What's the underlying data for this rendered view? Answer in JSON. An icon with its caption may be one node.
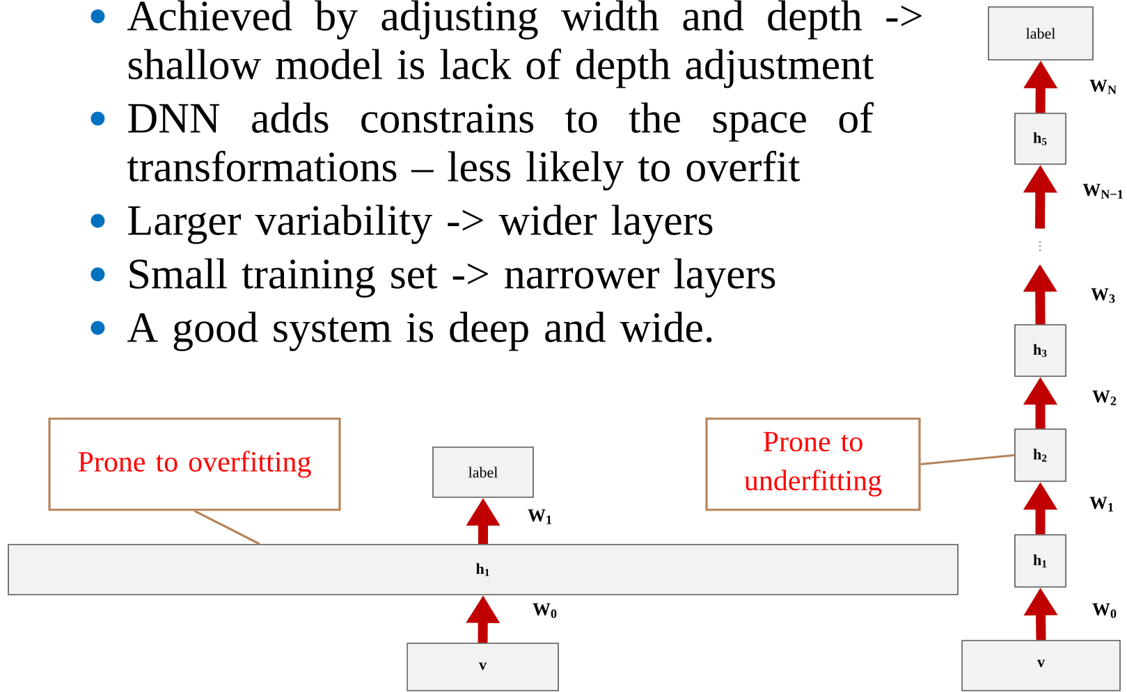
{
  "diagram": {
    "nodes": [
      {
        "text": [
          "Prone to overfitting"
        ]
      },
      {
        "text": [
          "label"
        ]
      },
      {
        "text": [
          "h$_{1}$"
        ]
      },
      {
        "text": [
          "v"
        ]
      },
      {
        "text": [
          "Prone to underfitting"
        ]
      },
      {
        "text": [
          "label"
        ]
      },
      {
        "text": [
          "h$_{5}$"
        ]
      },
      {
        "text": [
          "⋮"
        ]
      },
      {
        "text": [
          "h$_{3}$"
        ]
      },
      {
        "text": [
          "h$_{2}$"
        ]
      },
      {
        "text": [
          "h$_{1}$"
        ]
      },
      {
        "text": [
          "v"
        ]
      }
    ],
    "edges": [
      {
        "from": 3,
        "to": 2,
        "arrow": "to",
        "label": "W$_{0}$"
      },
      {
        "from": 2,
        "to": 1,
        "arrow": "to",
        "label": "W$_{1}$"
      },
      {
        "from": 11,
        "to": 10,
        "arrow": "to",
        "label": "W$_{0}$"
      },
      {
        "from": 10,
        "to": 9,
        "arrow": "to",
        "label": "W$_{1}$"
      },
      {
        "from": 9,
        "to": 8,
        "arrow": "to",
        "label": "W$_{2}$"
      },
      {
        "from": 8,
        "to": 7,
        "arrow": "to",
        "label": "W$_{3}$"
      },
      {
        "from": 7,
        "to": 6,
        "arrow": "to",
        "label": "W$_{N−1}$"
      },
      {
        "from": 6,
        "to": 5,
        "arrow": "to",
        "label": "W$_{N}$"
      },
      {
        "from": 0,
        "to": 2,
        "arrow": "none",
        "color": "#b5835a"
      },
      {
        "from": 4,
        "to": 9,
        "arrow": "none",
        "color": "#b5835a"
      }
    ],
    "labels": [
      "Achieved by adjusting width and depth -> shallow model is lack of depth adjustment",
      "DNN adds constrains to the space of transformations – less likely to overfit",
      "Larger variability -> wider layers",
      "Small training set -> narrower layers",
      "A good system is deep and wide."
    ]
  }
}
